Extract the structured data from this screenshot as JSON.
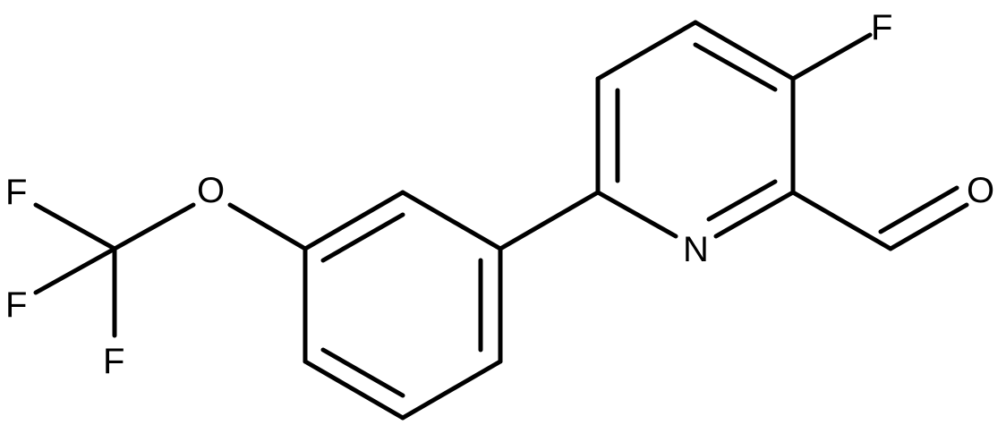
{
  "molecule": {
    "atoms": {
      "fluorine_ring": "F",
      "pyridine_nitrogen": "N",
      "aldehyde_oxygen": "O",
      "ether_oxygen": "O",
      "fluorine_cf3_top": "F",
      "fluorine_cf3_left": "F",
      "fluorine_cf3_bottom": "F"
    }
  }
}
